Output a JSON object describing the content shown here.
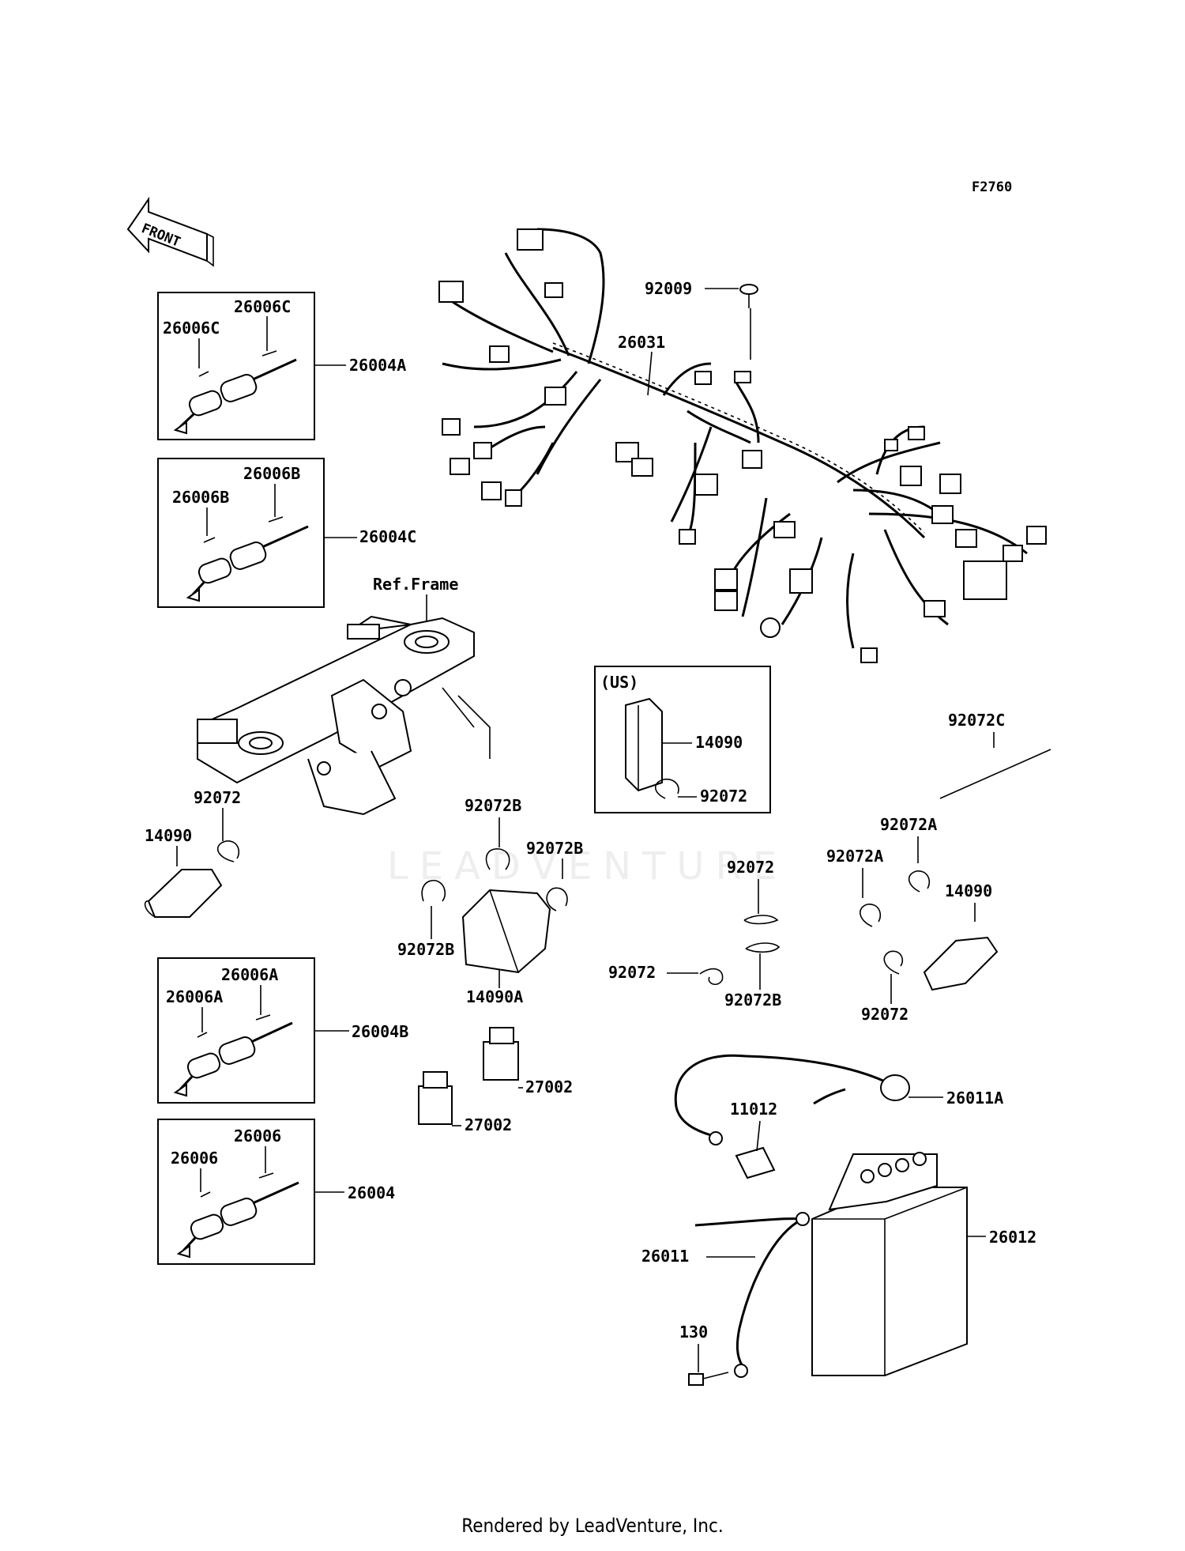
{
  "diagram_code": "F2760",
  "front_label": "FRONT",
  "ref_label": "Ref.Frame",
  "us_label": "(US)",
  "watermark_text": "LEADVENTURE",
  "footer": "Rendered by LeadVenture, Inc.",
  "parts": {
    "p26031": "26031",
    "p92009": "92009",
    "p26004A": "26004A",
    "p26006C_a": "26006C",
    "p26006C_b": "26006C",
    "p26004C": "26004C",
    "p26006B_a": "26006B",
    "p26006B_b": "26006B",
    "p26004B": "26004B",
    "p26006A_a": "26006A",
    "p26006A_b": "26006A",
    "p26004": "26004",
    "p26006_a": "26006",
    "p26006_b": "26006",
    "p14090_us": "14090",
    "p92072_us": "92072",
    "p92072C": "92072C",
    "p92072_l": "92072",
    "p14090_l": "14090",
    "p92072B_1": "92072B",
    "p92072B_2": "92072B",
    "p92072B_3": "92072B",
    "p14090A": "14090A",
    "p92072A_1": "92072A",
    "p92072A_2": "92072A",
    "p14090_r": "14090",
    "p92072_m1": "92072",
    "p92072_m2": "92072",
    "p92072B_4": "92072B",
    "p92072_r": "92072",
    "p27002_a": "27002",
    "p27002_b": "27002",
    "p26011A": "26011A",
    "p11012": "11012",
    "p26011": "26011",
    "p26012": "26012",
    "p130": "130"
  }
}
